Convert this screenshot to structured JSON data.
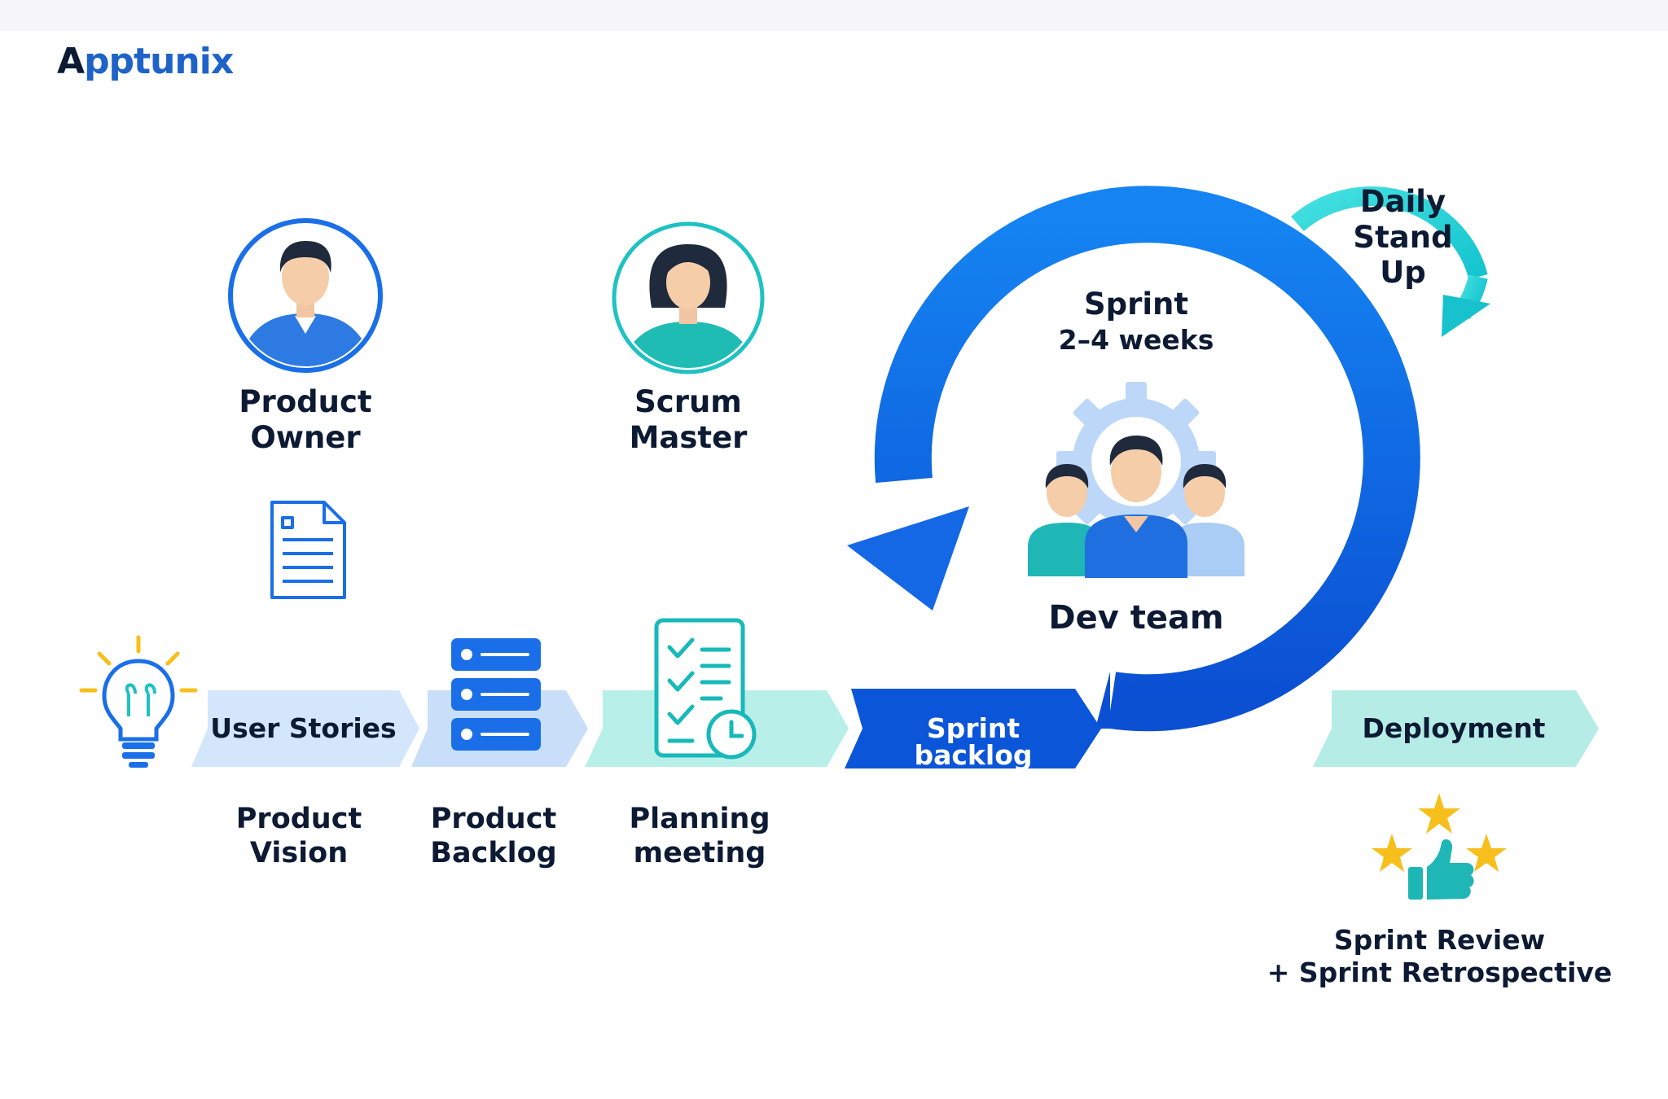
{
  "brand": {
    "logo_a": "A",
    "logo_b": "pptunix"
  },
  "roles": {
    "product_owner": "Product\nOwner",
    "scrum_master": "Scrum\nMaster"
  },
  "flow": {
    "user_stories": "User Stories",
    "sprint_backlog": "Sprint backlog",
    "deployment": "Deployment"
  },
  "labels": {
    "product_vision": "Product\nVision",
    "product_backlog": "Product\nBacklog",
    "planning_meeting": "Planning\nmeeting",
    "sprint_review": "Sprint Review\n+ Sprint Retrospective"
  },
  "sprint": {
    "title": "Sprint",
    "duration": "2–4 weeks",
    "team": "Dev team",
    "daily": "Daily\nStand\nUp"
  },
  "colors": {
    "primary_blue": "#1a6fe8",
    "deep_blue": "#0b52d6",
    "teal": "#1ec9c9",
    "light_blue": "#cfe2fb",
    "light_teal": "#bff0ec",
    "star": "#f7bf1b"
  }
}
